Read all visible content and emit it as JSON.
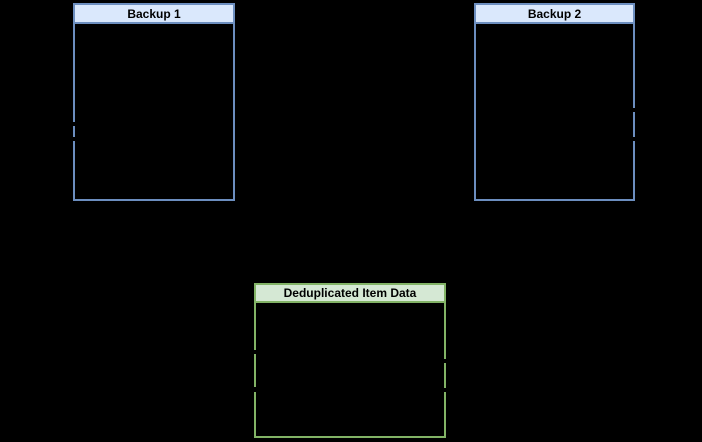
{
  "diagram": {
    "background_color": "#000000",
    "nodes": {
      "backup1": {
        "title": "Backup 1",
        "fill": "#dae8fc",
        "border": "#6c8ebf"
      },
      "backup2": {
        "title": "Backup 2",
        "fill": "#dae8fc",
        "border": "#6c8ebf"
      },
      "dedup": {
        "title": "Deduplicated Item Data",
        "fill": "#d5e8d4",
        "border": "#82b366"
      }
    }
  }
}
